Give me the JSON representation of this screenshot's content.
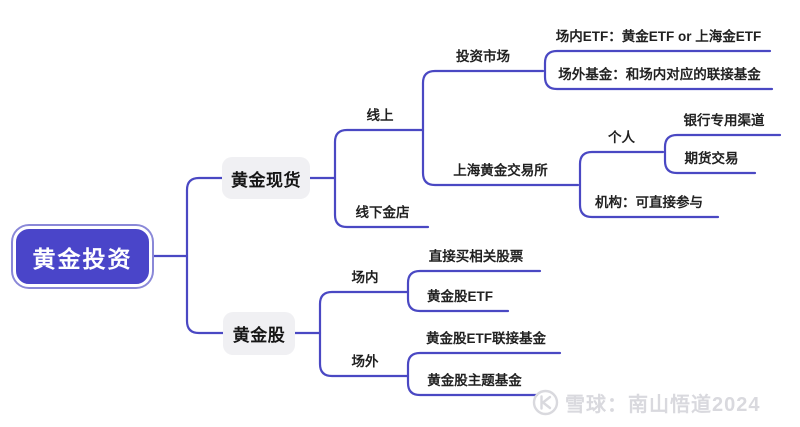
{
  "diagram_type": "mindmap",
  "colors": {
    "background": "#ffffff",
    "line": "#4a48c3",
    "root_fill": "#4a45c9",
    "root_text": "#ffffff",
    "level1_fill": "#f0f0f3",
    "label_text": "#212121",
    "watermark": "#d9d9de"
  },
  "nodes": {
    "root": "黄金投资",
    "spot": "黄金现货",
    "online": "线上",
    "offline_store": "线下金店",
    "invest_market": "投资市场",
    "onexchange_etf": "场内ETF：黄金ETF or 上海金ETF",
    "offexchange_fund": "场外基金：和场内对应的联接基金",
    "sge": "上海黄金交易所",
    "individual": "个人",
    "bank_channel": "银行专用渠道",
    "futures_trading": "期货交易",
    "institution": "机构：可直接参与",
    "gold_stock": "黄金股",
    "on_exchange": "场内",
    "buy_stocks": "直接买相关股票",
    "gold_stock_etf": "黄金股ETF",
    "off_exchange": "场外",
    "etf_feeder_fund": "黄金股ETF联接基金",
    "theme_fund": "黄金股主题基金"
  },
  "tree": {
    "label": "黄金投资",
    "children": [
      {
        "label": "黄金现货",
        "children": [
          {
            "label": "线上",
            "children": [
              {
                "label": "投资市场",
                "children": [
                  {
                    "label": "场内ETF：黄金ETF or 上海金ETF"
                  },
                  {
                    "label": "场外基金：和场内对应的联接基金"
                  }
                ]
              },
              {
                "label": "上海黄金交易所",
                "children": [
                  {
                    "label": "个人",
                    "children": [
                      {
                        "label": "银行专用渠道"
                      },
                      {
                        "label": "期货交易"
                      }
                    ]
                  },
                  {
                    "label": "机构：可直接参与"
                  }
                ]
              }
            ]
          },
          {
            "label": "线下金店"
          }
        ]
      },
      {
        "label": "黄金股",
        "children": [
          {
            "label": "场内",
            "children": [
              {
                "label": "直接买相关股票"
              },
              {
                "label": "黄金股ETF"
              }
            ]
          },
          {
            "label": "场外",
            "children": [
              {
                "label": "黄金股ETF联接基金"
              },
              {
                "label": "黄金股主题基金"
              }
            ]
          }
        ]
      }
    ]
  },
  "watermark": {
    "icon": "xueqiu-logo",
    "text": "雪球：南山悟道2024"
  }
}
